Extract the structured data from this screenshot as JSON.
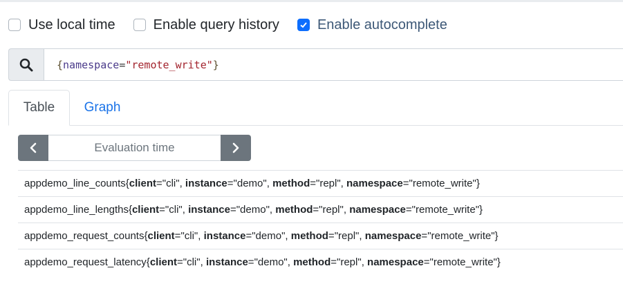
{
  "options": [
    {
      "label": "Use local time",
      "checked": false
    },
    {
      "label": "Enable query history",
      "checked": false
    },
    {
      "label": "Enable autocomplete",
      "checked": true
    }
  ],
  "query": {
    "open_brace": "{",
    "label_name": "namespace",
    "operator": "=",
    "label_value": "\"remote_write\"",
    "close_brace": "}"
  },
  "search_icon": "search-icon",
  "tabs": [
    {
      "label": "Table",
      "active": true
    },
    {
      "label": "Graph",
      "active": false
    }
  ],
  "evaluation": {
    "placeholder": "Evaluation time",
    "prev_icon": "chevron-left-icon",
    "next_icon": "chevron-right-icon"
  },
  "results": [
    {
      "metric": "appdemo_line_counts",
      "open": "{",
      "labels": [
        {
          "key": "client",
          "value": "\"cli\""
        },
        {
          "key": "instance",
          "value": "\"demo\""
        },
        {
          "key": "method",
          "value": "\"repl\""
        },
        {
          "key": "namespace",
          "value": "\"remote_write\""
        }
      ],
      "close": "}"
    },
    {
      "metric": "appdemo_line_lengths",
      "open": "{",
      "labels": [
        {
          "key": "client",
          "value": "\"cli\""
        },
        {
          "key": "instance",
          "value": "\"demo\""
        },
        {
          "key": "method",
          "value": "\"repl\""
        },
        {
          "key": "namespace",
          "value": "\"remote_write\""
        }
      ],
      "close": "}"
    },
    {
      "metric": "appdemo_request_counts",
      "open": "{",
      "labels": [
        {
          "key": "client",
          "value": "\"cli\""
        },
        {
          "key": "instance",
          "value": "\"demo\""
        },
        {
          "key": "method",
          "value": "\"repl\""
        },
        {
          "key": "namespace",
          "value": "\"remote_write\""
        }
      ],
      "close": "}"
    },
    {
      "metric": "appdemo_request_latency",
      "open": "{",
      "labels": [
        {
          "key": "client",
          "value": "\"cli\""
        },
        {
          "key": "instance",
          "value": "\"demo\""
        },
        {
          "key": "method",
          "value": "\"repl\""
        },
        {
          "key": "namespace",
          "value": "\"remote_write\""
        }
      ],
      "close": "}"
    }
  ],
  "colors": {
    "accent": "#0d6efd",
    "tab_link": "#1a73e8",
    "nav_button": "#6c757d"
  }
}
